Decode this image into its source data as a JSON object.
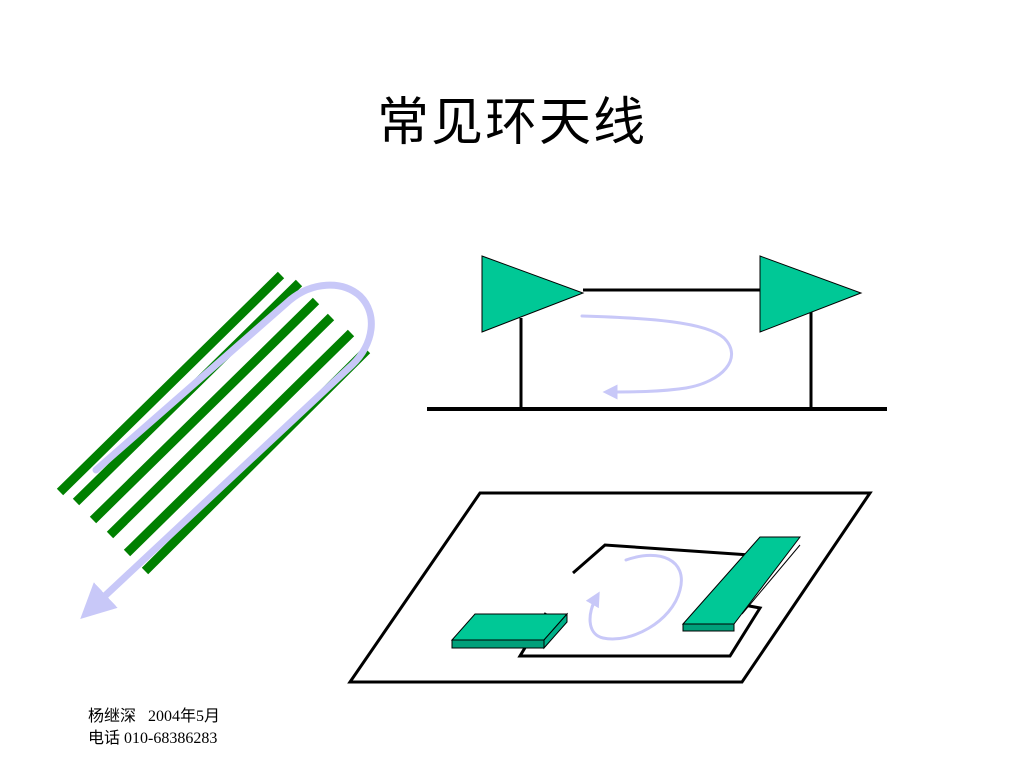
{
  "slide": {
    "title": "常见环天线"
  },
  "footer": {
    "author_line": "杨继深   2004年5月",
    "phone_line": "电话 010-68386283"
  },
  "colors": {
    "coil_green": "#008000",
    "element_green": "#00C896",
    "current_arrow": "#C8C8F8",
    "outline": "#000000"
  }
}
